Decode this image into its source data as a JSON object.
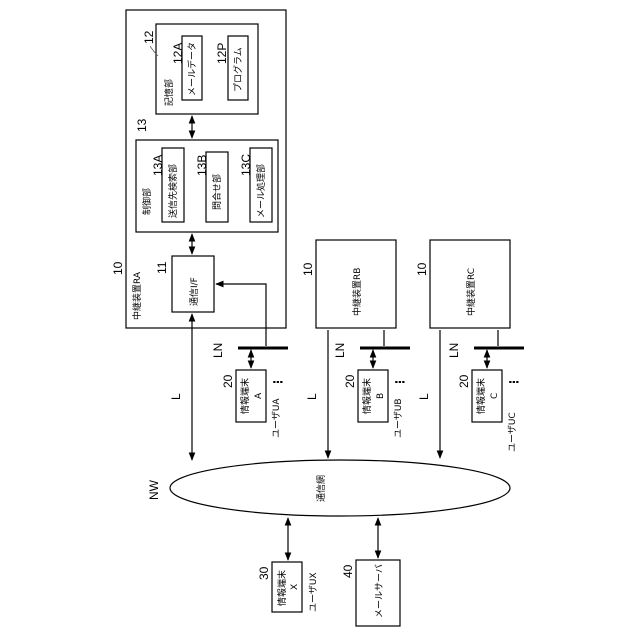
{
  "labels": {
    "relay_ra": "中継装置RA",
    "relay_rb": "中継装置RB",
    "relay_rc": "中継装置RC",
    "ref_10": "10",
    "ref_11": "11",
    "comm_if": "通信I/F",
    "ref_12": "12",
    "storage": "記憶部",
    "ref_12a": "12A",
    "mail_data": "メールデータ",
    "ref_12p": "12P",
    "program": "プログラム",
    "ref_13": "13",
    "control": "制御部",
    "ref_13a": "13A",
    "dest_search": "送信先検索部",
    "ref_13b": "13B",
    "inquiry": "問合せ部",
    "ref_13c": "13C",
    "mail_proc": "メール処理部",
    "ln": "LN",
    "l": "L",
    "ref_20": "20",
    "terminal_a_1": "情報端末",
    "terminal_a_2": "A",
    "terminal_b_1": "情報端末",
    "terminal_b_2": "B",
    "terminal_c_1": "情報端末",
    "terminal_c_2": "C",
    "user_ua": "ユーザUA",
    "user_ub": "ユーザUB",
    "user_uc": "ユーザUC",
    "dots": "⋮",
    "nw": "NW",
    "network": "通信網",
    "ref_30": "30",
    "terminal_x_1": "情報端末",
    "terminal_x_2": "X",
    "user_ux": "ユーザUX",
    "ref_40": "40",
    "mail_server": "メールサーバ"
  }
}
